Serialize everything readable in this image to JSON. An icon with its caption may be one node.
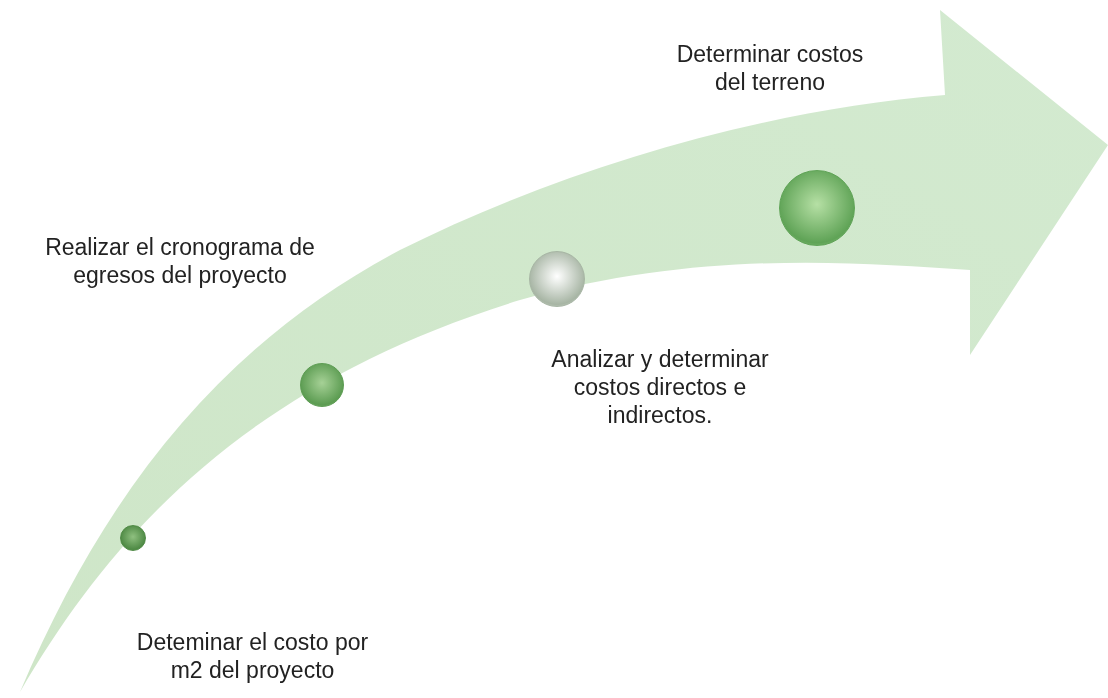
{
  "diagram": {
    "nodes": [
      {
        "text": [],
        "shape": "circle",
        "beside": [
          "Deteminar el costo por m2 del proyecto"
        ]
      },
      {
        "text": [],
        "shape": "circle",
        "beside": [
          "Realizar el cronograma de egresos del proyecto"
        ]
      },
      {
        "text": [],
        "shape": "circle",
        "beside": [
          "Analizar y determinar costos directos e indirectos."
        ]
      },
      {
        "text": [],
        "shape": "circle",
        "beside": [
          "Determinar costos del terreno"
        ]
      }
    ]
  }
}
